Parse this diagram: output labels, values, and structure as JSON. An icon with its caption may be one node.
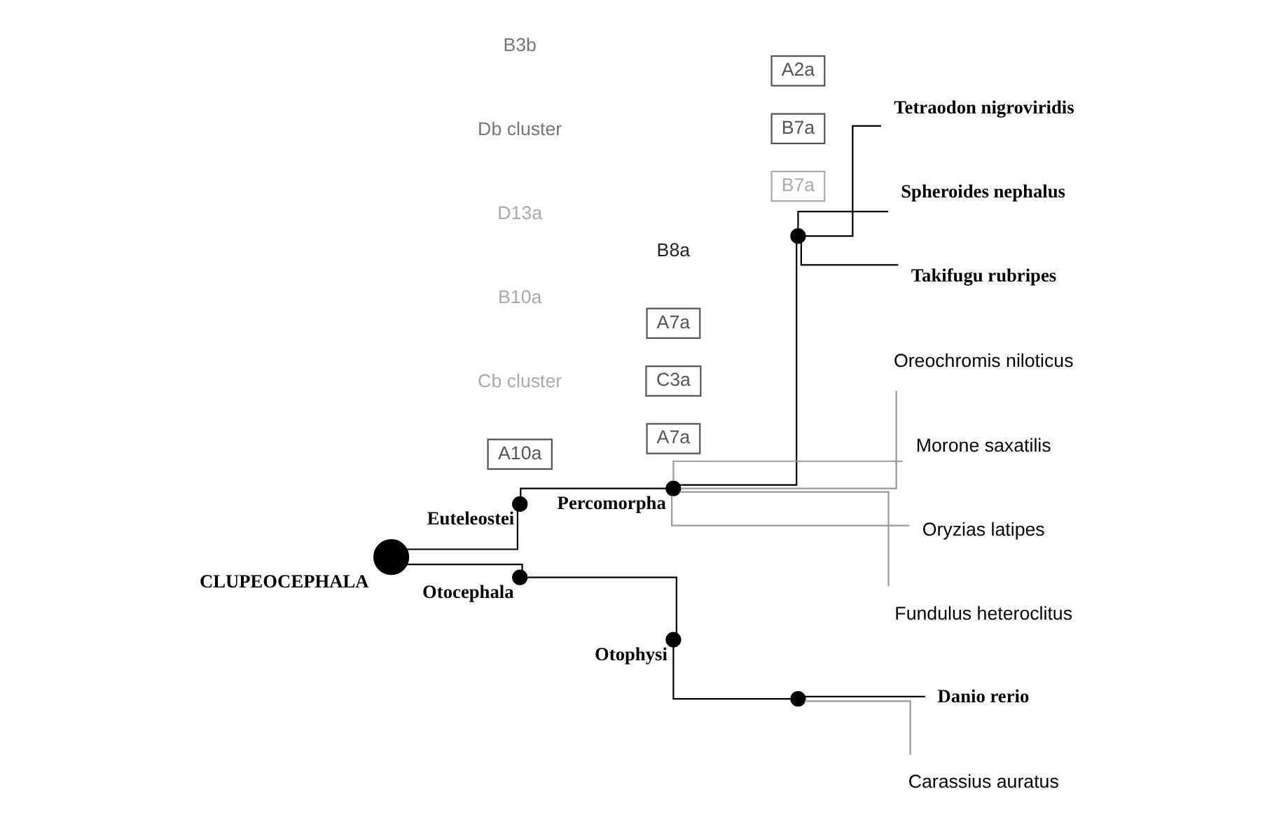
{
  "diagram": {
    "nodes": [
      {
        "text": [],
        "shape": "circle",
        "beside": [
          "CLUPEOCEPHALA"
        ]
      },
      {
        "text": [],
        "shape": "circle",
        "beside": [
          "Euteleostei"
        ]
      },
      {
        "text": [],
        "shape": "circle",
        "beside": [
          "Percomorpha"
        ]
      },
      {
        "text": [],
        "shape": "circle"
      },
      {
        "text": [
          "Tetraodon nigroviridis"
        ]
      },
      {
        "text": [
          "Spheroides nephalus"
        ]
      },
      {
        "text": [
          "Takifugu rubripes"
        ]
      },
      {
        "text": [
          "Oreochromis niloticus"
        ]
      },
      {
        "text": [
          "Morone saxatilis"
        ]
      },
      {
        "text": [
          "Oryzias latipes"
        ]
      },
      {
        "text": [
          "Fundulus heteroclitus"
        ]
      },
      {
        "text": [],
        "shape": "circle",
        "beside": [
          "Otocephala"
        ]
      },
      {
        "text": [],
        "shape": "circle",
        "beside": [
          "Otophysi"
        ]
      },
      {
        "text": [],
        "shape": "circle"
      },
      {
        "text": [
          "Danio rerio"
        ]
      },
      {
        "text": [
          "Carassius auratus"
        ]
      },
      {
        "text": [
          "A7a"
        ]
      },
      {
        "text": [
          "C3a"
        ]
      },
      {
        "text": [
          "B7a"
        ]
      },
      {
        "text": [
          "B7a"
        ]
      },
      {
        "text": [
          "A10a"
        ]
      },
      {
        "text": [
          "A7a"
        ]
      },
      {
        "text": [
          "A2a"
        ]
      }
    ],
    "edges": [
      {
        "from": 0,
        "to": 1,
        "arrow": "none"
      },
      {
        "from": 1,
        "to": 2,
        "arrow": "none"
      },
      {
        "from": 2,
        "to": 3,
        "arrow": "none"
      },
      {
        "from": 3,
        "to": 4,
        "arrow": "none"
      },
      {
        "from": 3,
        "to": 5,
        "arrow": "none"
      },
      {
        "from": 3,
        "to": 6,
        "arrow": "none"
      },
      {
        "from": 2,
        "to": 7,
        "arrow": "none",
        "color": "#999999"
      },
      {
        "from": 2,
        "to": 8,
        "arrow": "none",
        "color": "#999999"
      },
      {
        "from": 2,
        "to": 9,
        "arrow": "none",
        "color": "#999999"
      },
      {
        "from": 2,
        "to": 10,
        "arrow": "none",
        "color": "#999999"
      },
      {
        "from": 0,
        "to": 11,
        "arrow": "none"
      },
      {
        "from": 11,
        "to": 12,
        "arrow": "none"
      },
      {
        "from": 12,
        "to": 13,
        "arrow": "none"
      },
      {
        "from": 13,
        "to": 14,
        "arrow": "none"
      },
      {
        "from": 13,
        "to": 15,
        "arrow": "none",
        "color": "#999999"
      }
    ],
    "labels": [
      "B8a",
      "Cb cluster",
      "B10a",
      "D13a",
      "Db cluster",
      "B3b"
    ]
  }
}
